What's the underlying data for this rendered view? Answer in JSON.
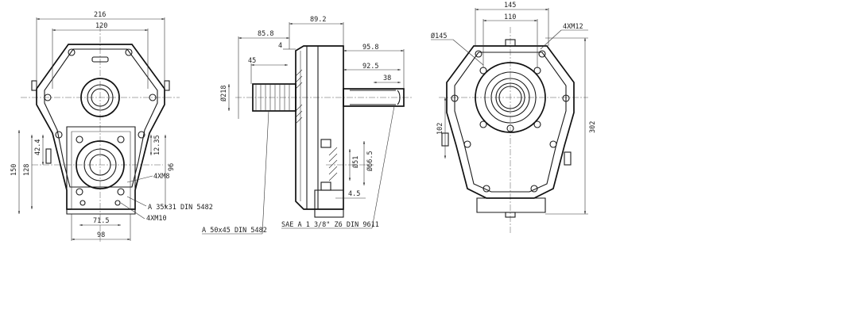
{
  "front_view": {
    "width_216": "216",
    "width_120": "120",
    "height_150": "150",
    "height_128": "128",
    "height_42_4": "42.4",
    "height_12_35": "12.35",
    "height_96": "96",
    "bolt_4xm8": "4XM8",
    "spline_a35": "A 35x31 DIN 5482",
    "bolt_4xm10": "4XM10",
    "width_71_5": "71.5",
    "width_98": "98"
  },
  "side_view": {
    "len_89_2": "89.2",
    "len_85_8": "85.8",
    "len_4": "4",
    "len_45": "45",
    "len_95_8": "95.8",
    "len_92_5": "92.5",
    "len_38": "38",
    "dia_218": "Ø218",
    "dia_51": "Ø51",
    "dia_66_5": "Ø66.5",
    "len_4_5": "4.5",
    "spline_a50": "A 50x45 DIN 5482",
    "sae_spline": "SAE A 1 3/8\" Z6 DIN 9611"
  },
  "rear_view": {
    "width_145": "145",
    "width_110": "110",
    "dia_145": "Ø145",
    "bolt_4xm12": "4XM12",
    "height_102": "102",
    "height_302": "302"
  }
}
